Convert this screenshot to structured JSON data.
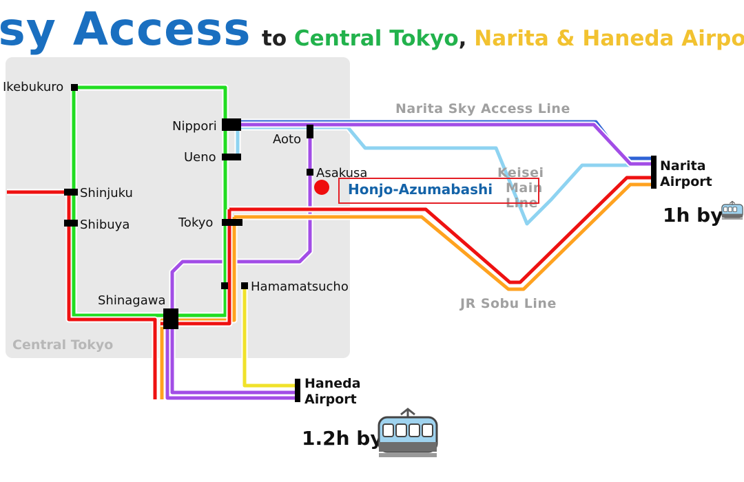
{
  "title": {
    "main": "asy Access",
    "sub_prefix": "to ",
    "sub_central": "Central Tokyo",
    "sub_comma": ", ",
    "sub_airports": "Narita & Haneda Airpor"
  },
  "colors": {
    "title": "#1a6fc0",
    "yamanote": "#22dd22",
    "red_line": "#ee1111",
    "orange_line": "#ffa21f",
    "purple_line": "#a24de6",
    "lightblue_line": "#8ed3f1",
    "blue_line": "#2f63d6",
    "yellow_line": "#f0e22a",
    "highlight": "#e41e25"
  },
  "map": {
    "area_label": "Central Tokyo",
    "stations": {
      "ikebukuro": "Ikebukuro",
      "nippori": "Nippori",
      "ueno": "Ueno",
      "aoto": "Aoto",
      "asakusa": "Asakusa",
      "shinjuku": "Shinjuku",
      "shibuya": "Shibuya",
      "tokyo": "Tokyo",
      "hamamatsucho": "Hamamatsucho",
      "shinagawa": "Shinagawa"
    },
    "lines": {
      "narita_sky_access": "Narita Sky Access Line",
      "keisei_main_1": "Keisei",
      "keisei_main_2": "Main",
      "keisei_main_3": "Line",
      "jr_sobu": "JR Sobu Line"
    },
    "airports": {
      "narita_1": "Narita",
      "narita_2": "Airport",
      "haneda_1": "Haneda",
      "haneda_2": "Airport"
    },
    "highlight_station": "Honjo-Azumabashi"
  },
  "travel_times": {
    "narita": "1h by",
    "haneda": "1.2h by"
  },
  "icons": {
    "train": "train-icon"
  }
}
